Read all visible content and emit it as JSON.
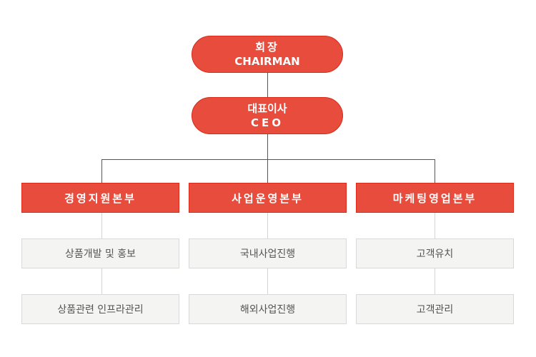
{
  "chairman": {
    "ko": "회장",
    "en": "CHAIRMAN"
  },
  "ceo": {
    "ko": "대표이사",
    "en": "CEO"
  },
  "departments": [
    {
      "name": "경영지원본부",
      "teams": [
        "상품개발 및 홍보",
        "상품관련 인프라관리"
      ]
    },
    {
      "name": "사업운영본부",
      "teams": [
        "국내사업진행",
        "해외사업진행"
      ]
    },
    {
      "name": "마케팅영업본부",
      "teams": [
        "고객유치",
        "고객관리"
      ]
    }
  ],
  "colors": {
    "accent": "#e74c3c",
    "sub_bg": "#f4f4f3"
  }
}
